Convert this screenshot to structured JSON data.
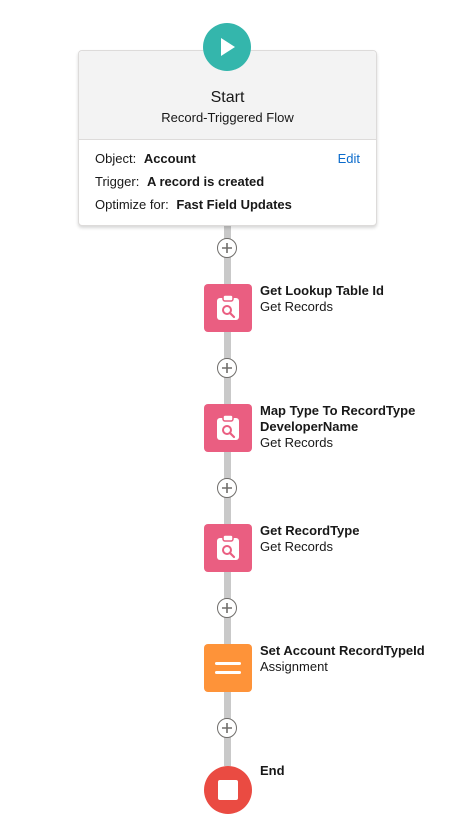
{
  "start": {
    "title": "Start",
    "subtitle": "Record-Triggered Flow",
    "object_label": "Object:",
    "object_value": "Account",
    "trigger_label": "Trigger:",
    "trigger_value": "A record is created",
    "optimize_label": "Optimize for:",
    "optimize_value": "Fast Field Updates",
    "edit_label": "Edit",
    "icon": "play-icon",
    "icon_color": "#34b6ac"
  },
  "nodes": [
    {
      "name": "Get Lookup Table Id",
      "type": "Get Records",
      "icon": "get-records-icon",
      "color": "#ea5e81"
    },
    {
      "name": "Map Type To RecordType DeveloperName",
      "type": "Get Records",
      "icon": "get-records-icon",
      "color": "#ea5e81"
    },
    {
      "name": "Get RecordType",
      "type": "Get Records",
      "icon": "get-records-icon",
      "color": "#ea5e81"
    },
    {
      "name": "Set Account RecordTypeId",
      "type": "Assignment",
      "icon": "assignment-icon",
      "color": "#fe9339"
    }
  ],
  "end": {
    "label": "End",
    "icon": "stop-icon",
    "color": "#ea4b42"
  },
  "connector_color": "#c9c9c9",
  "link_color": "#0b6bcb"
}
